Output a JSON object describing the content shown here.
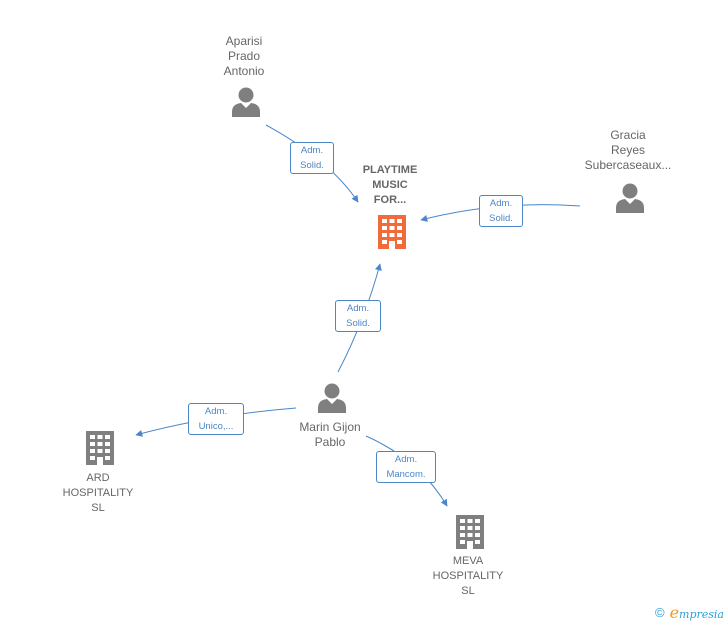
{
  "colors": {
    "person": "#7f7f7f",
    "company": "#7f7f7f",
    "main_company": "#f26b3a",
    "edge": "#4a86c8"
  },
  "nodes": {
    "main": {
      "lines": [
        "PLAYTIME",
        "MUSIC",
        "FOR..."
      ],
      "icon": "building-icon"
    },
    "aparisi": {
      "lines": [
        "Aparisi",
        "Prado",
        "Antonio"
      ],
      "icon": "person-icon"
    },
    "gracia": {
      "lines": [
        "Gracia",
        "Reyes",
        "Subercaseaux..."
      ],
      "icon": "person-icon"
    },
    "marin": {
      "lines": [
        "Marin Gijon",
        "Pablo"
      ],
      "icon": "person-icon"
    },
    "ard": {
      "lines": [
        "ARD",
        "HOSPITALITY",
        "SL"
      ],
      "icon": "building-icon"
    },
    "meva": {
      "lines": [
        "MEVA",
        "HOSPITALITY",
        "SL"
      ],
      "icon": "building-icon"
    }
  },
  "edges": {
    "aparisi_main": [
      "Adm.",
      "Solid."
    ],
    "gracia_main": [
      "Adm.",
      "Solid."
    ],
    "marin_main": [
      "Adm.",
      "Solid."
    ],
    "marin_ard": [
      "Adm.",
      "Unico,..."
    ],
    "marin_meva": [
      "Adm.",
      "Mancom."
    ]
  },
  "footer": {
    "copyright": "©",
    "brand_initial": "e",
    "brand_rest": "mpresia"
  }
}
